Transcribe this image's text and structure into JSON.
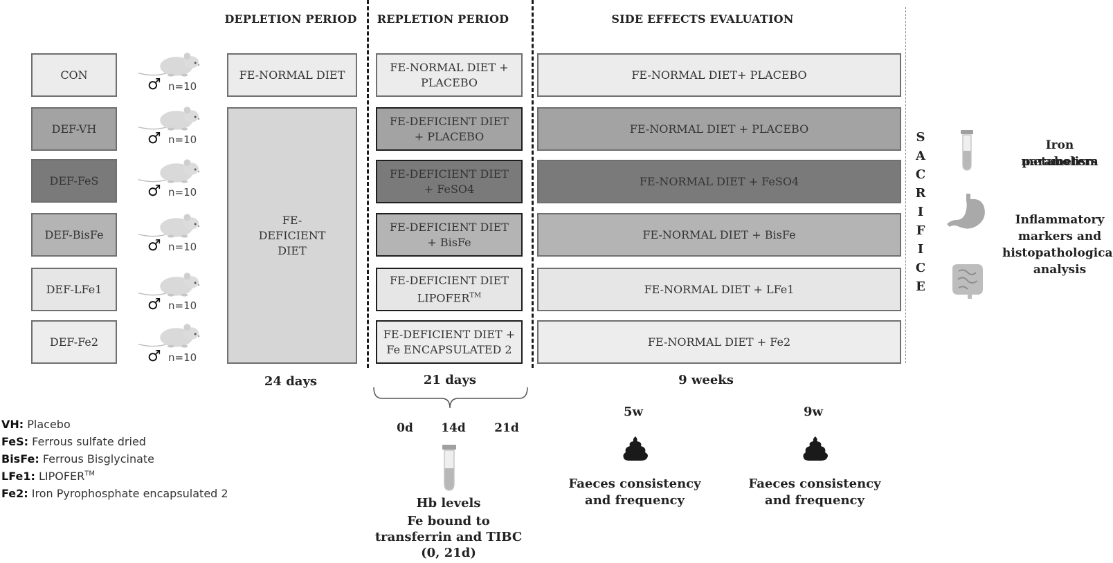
{
  "headers": {
    "depletion": "DEPLETION PERIOD",
    "repletion": "REPLETION PERIOD",
    "side_effects": "SIDE EFFECTS EVALUATION"
  },
  "groups": [
    {
      "name": "CON",
      "count": "n=10"
    },
    {
      "name": "DEF-VH",
      "count": "n=10"
    },
    {
      "name": "DEF-FeS",
      "count": "n=10"
    },
    {
      "name": "DEF-BisFe",
      "count": "n=10"
    },
    {
      "name": "DEF-LFe1",
      "count": "n=10"
    },
    {
      "name": "DEF-Fe2",
      "count": "n=10"
    }
  ],
  "male_symbol": "♂",
  "depletion": {
    "normal": "FE-NORMAL DIET",
    "deficient": "FE-DEFICIENT DIET"
  },
  "repletion": [
    {
      "line1": "FE-NORMAL DIET +",
      "line2": "PLACEBO"
    },
    {
      "line1": "FE-DEFICIENT DIET",
      "line2": "+ PLACEBO"
    },
    {
      "line1": "FE-DEFICIENT DIET",
      "line2": "+ FeSO4"
    },
    {
      "line1": "FE-DEFICIENT DIET",
      "line2": "+ BisFe"
    },
    {
      "line1": "FE-DEFICIENT DIET",
      "line2": "LIPOFER",
      "sup": "TM"
    },
    {
      "line1": "FE-DEFICIENT DIET +",
      "line2": "Fe ENCAPSULATED 2"
    }
  ],
  "side_effects": [
    "FE-NORMAL DIET+ PLACEBO",
    "FE-NORMAL DIET + PLACEBO",
    "FE-NORMAL DIET + FeSO4",
    "FE-NORMAL DIET + BisFe",
    "FE-NORMAL DIET + LFe1",
    "FE-NORMAL DIET + Fe2"
  ],
  "durations": {
    "depletion": "24 days",
    "repletion": "21 days",
    "side_effects": "9 weeks"
  },
  "timepoints": [
    "0d",
    "14d",
    "21d"
  ],
  "hb": {
    "line1": "Hb levels",
    "line2": "Fe bound to",
    "line3": "transferrin and TIBC",
    "line4": "(0, 21d)"
  },
  "faeces": [
    {
      "week": "5w",
      "line1": "Faeces consistency",
      "line2": "and frequency"
    },
    {
      "week": "9w",
      "line1": "Faeces consistency",
      "line2": "and frequency"
    }
  ],
  "sacrifice_letters": [
    "S",
    "A",
    "C",
    "R",
    "I",
    "F",
    "I",
    "C",
    "E"
  ],
  "outcomes": {
    "iron_line1": "Iron metabolism",
    "iron_line2": "parameters",
    "infl_line1": "Inflammatory",
    "infl_line2": "markers and",
    "infl_line3": "histopathological",
    "infl_line4": "analysis"
  },
  "legend": [
    {
      "abbr": "VH:",
      "text": " Placebo"
    },
    {
      "abbr": "FeS:",
      "text": " Ferrous sulfate dried"
    },
    {
      "abbr": "BisFe:",
      "text": " Ferrous Bisglycinate"
    },
    {
      "abbr": "LFe1:",
      "text": " LIPOFER",
      "sup": "TM"
    },
    {
      "abbr": "Fe2:",
      "text": " Iron Pyrophosphate encapsulated 2"
    }
  ],
  "colors": {
    "group_fill": [
      "#ececec",
      "#a3a3a3",
      "#7a7a7a",
      "#b4b4b4",
      "#e6e6e6",
      "#ededed"
    ],
    "deficient_depletion_fill": "#d6d6d6",
    "mouse": "#d9d9d9",
    "test_tube": "#b8b8b8",
    "poop": "#1a1a1a"
  }
}
